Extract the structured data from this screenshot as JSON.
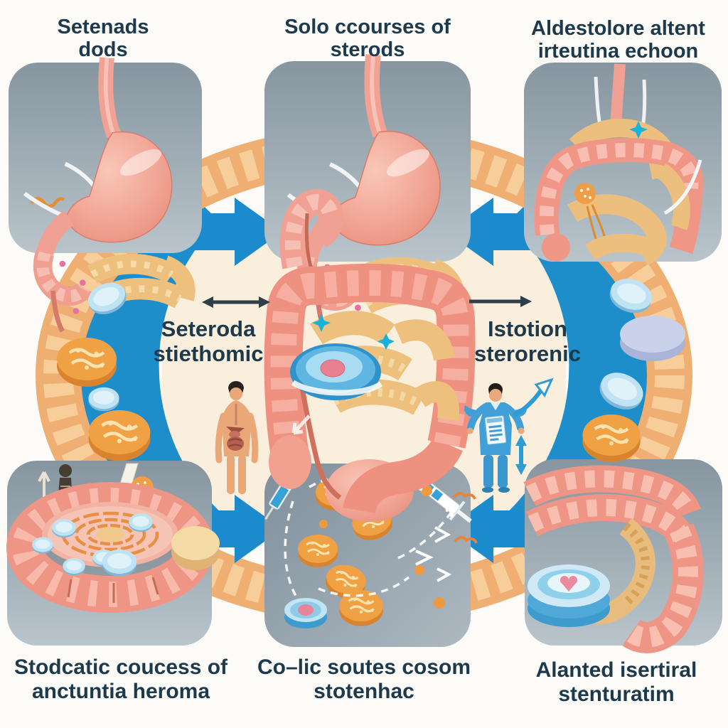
{
  "illustration": {
    "title_theme": "steroid courses and intestinal illustration cycle",
    "labels": {
      "top_left": {
        "line1": "Setenads",
        "line2": "dods"
      },
      "top_center": {
        "line1": "Solo ccourses of",
        "line2": "sterods"
      },
      "top_right": {
        "line1": "Aldestolore altent",
        "line2": "irteutina echoon"
      },
      "mid_left": {
        "line1": "Seteroda",
        "line2": "stiethomic"
      },
      "mid_right": {
        "line1": "Istotion",
        "line2": "sterorenic"
      },
      "bottom_left": {
        "line1": "Stodcatic coucess of",
        "line2": "anctuntia heroma"
      },
      "bottom_center": {
        "line1": "Co–lic soutes cosom",
        "line2": "stotenhac"
      },
      "bottom_right": {
        "line1": "Alanted isertiral",
        "line2": "stenturatim"
      }
    },
    "colors": {
      "background": "#fcfbf8",
      "center_blob": "#faeedd",
      "panel_gray_top": "#8a99a4",
      "panel_gray_bottom": "#b7c2c9",
      "arrow_blue": "#1e8ecb",
      "ring_blue": "#1e8ecb",
      "colon_pink": "#ef9586",
      "intestine_tan": "#edc07e",
      "pill_orange": "#f0a144",
      "pill_blue": "#bfe3f2",
      "label_text": "#1d3a4c"
    }
  }
}
